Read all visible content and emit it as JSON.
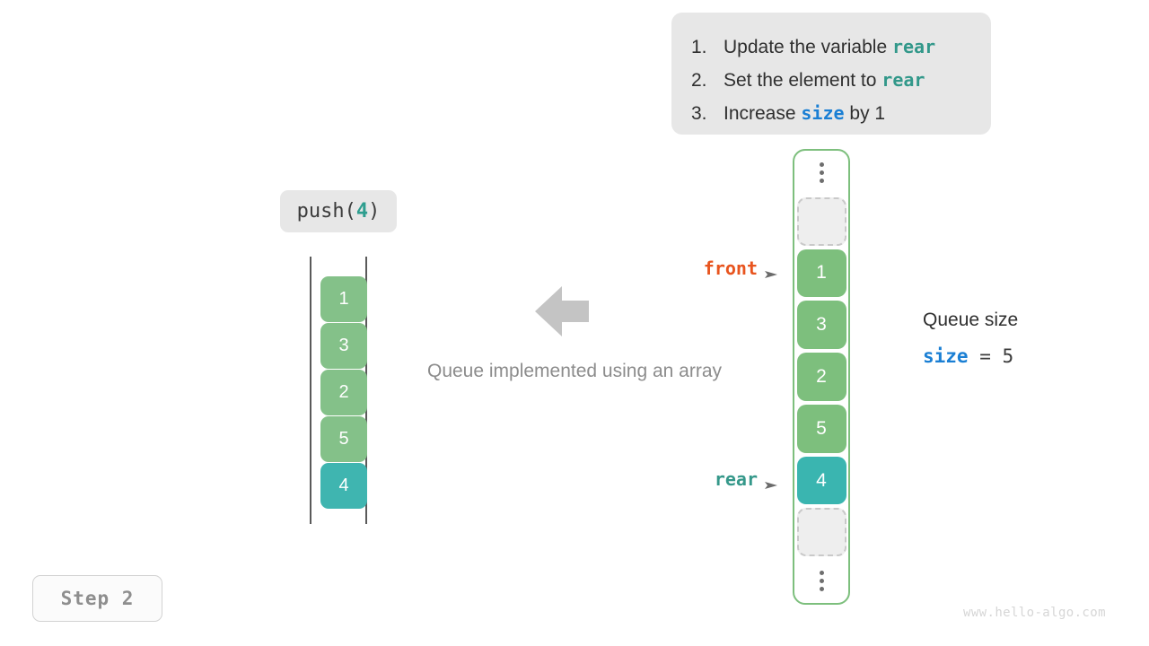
{
  "instructions": {
    "items": [
      {
        "num": "1.",
        "pre": "Update the variable ",
        "keyword": "rear",
        "keyword_kind": "rear",
        "post": ""
      },
      {
        "num": "2.",
        "pre": "Set the element to ",
        "keyword": "rear",
        "keyword_kind": "rear",
        "post": ""
      },
      {
        "num": "3.",
        "pre": "Increase ",
        "keyword": "size",
        "keyword_kind": "size",
        "post": " by 1"
      }
    ]
  },
  "operation": {
    "name": "push(",
    "argument": "4",
    "close": ")"
  },
  "left_queue": {
    "cells": [
      {
        "value": "1",
        "style": "green"
      },
      {
        "value": "3",
        "style": "green"
      },
      {
        "value": "2",
        "style": "green"
      },
      {
        "value": "5",
        "style": "green"
      },
      {
        "value": "4",
        "style": "teal"
      }
    ]
  },
  "center_caption": "Queue implemented using an array",
  "pointers": {
    "front": {
      "label": "front",
      "glyph": "➤",
      "color": "#e8541e"
    },
    "rear": {
      "label": "rear",
      "glyph": "➤",
      "color": "#35988a"
    }
  },
  "array": {
    "top_ellipsis": "⋮",
    "bottom_ellipsis": "⋮",
    "slots": [
      {
        "value": "",
        "style": "empty"
      },
      {
        "value": "1",
        "style": "green"
      },
      {
        "value": "3",
        "style": "green"
      },
      {
        "value": "2",
        "style": "green"
      },
      {
        "value": "5",
        "style": "green"
      },
      {
        "value": "4",
        "style": "teal"
      },
      {
        "value": "",
        "style": "empty"
      }
    ]
  },
  "queue_size": {
    "title": "Queue size",
    "variable": "size",
    "equals": " = ",
    "value": "5"
  },
  "step_badge": "Step 2",
  "watermark": "www.hello-algo.com",
  "colors": {
    "green": "#84c189",
    "teal": "#3fb5b0",
    "front_orange": "#e8541e",
    "rear_teal": "#35988a",
    "size_blue": "#1a7fd4",
    "panel_grey": "#e7e7e7",
    "arrow_grey": "#c4c4c4"
  }
}
